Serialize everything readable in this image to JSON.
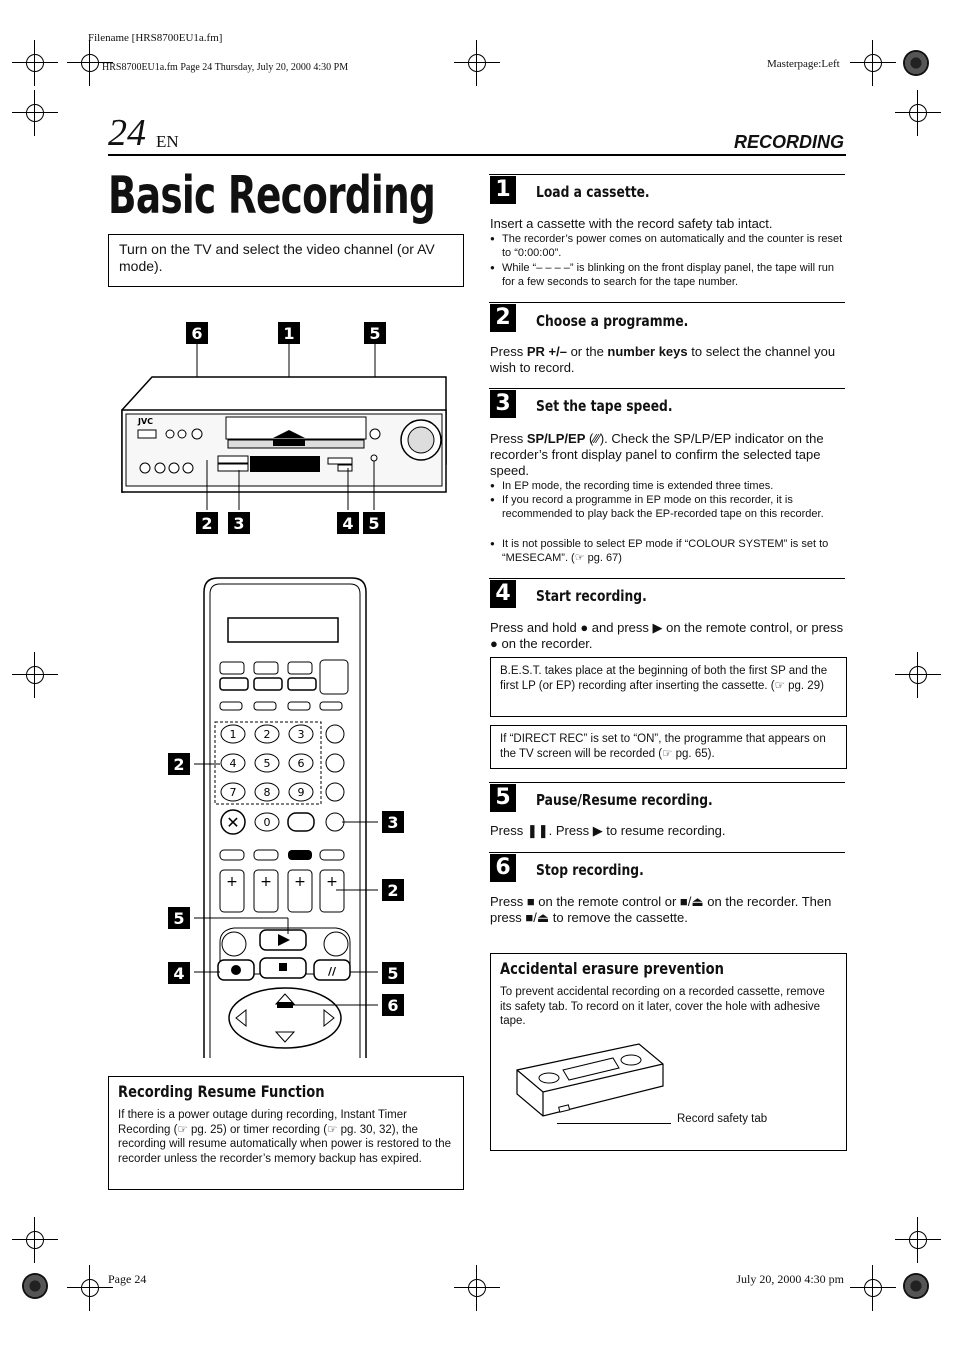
{
  "header": {
    "filename": "Filename [HRS8700EU1a.fm]",
    "page_info": "HRS8700EU1a.fm  Page 24  Thursday, July 20, 2000  4:30 PM",
    "masterpage": "Masterpage:Left",
    "page_number": "24",
    "page_lang": "EN",
    "section": "RECORDING"
  },
  "title": "Basic Recording",
  "intro_box": "Turn on the TV and select the video channel (or AV mode).",
  "steps": [
    {
      "num": "1",
      "title": "Load a cassette.",
      "body": "Insert a cassette with the record safety tab intact.",
      "bullets": [
        "The recorder’s power comes on automatically and the counter is reset to “0:00:00”.",
        "While “– – – –” is blinking on the front display panel, the tape will run for a few seconds to search for the tape number."
      ]
    },
    {
      "num": "2",
      "title": "Choose a programme.",
      "body_pre": "Press ",
      "body_b1": "PR +/–",
      "body_mid": " or the ",
      "body_b2": "number keys",
      "body_post": " to select the channel you wish to record."
    },
    {
      "num": "3",
      "title": "Set the tape speed.",
      "body_pre": "Press ",
      "body_b1": "SP/LP/EP",
      "body_post": " (⁄⁄⁄). Check the SP/LP/EP indicator on the recorder’s front display panel to confirm the selected tape speed.",
      "bullets": [
        "In EP mode, the recording time is extended three times.",
        "If you record a programme in EP mode on this recorder, it is recommended to play back the EP-recorded tape on this recorder.",
        "It is not possible to select EP mode if “COLOUR SYSTEM” is set to “MESECAM”. (☞ pg. 67)"
      ]
    },
    {
      "num": "4",
      "title": "Start recording.",
      "body": "Press and hold ● and press ▶ on the remote control, or press ● on the recorder.",
      "note1": "B.E.S.T. takes place at the beginning of both the first SP and the first LP (or EP) recording after inserting the cassette. (☞ pg. 29)",
      "note2": "If “DIRECT REC” is set to “ON”, the programme that appears on the TV screen will be recorded (☞ pg. 65)."
    },
    {
      "num": "5",
      "title": "Pause/Resume recording.",
      "body": "Press ❚❚. Press ▶ to resume recording."
    },
    {
      "num": "6",
      "title": "Stop recording.",
      "body": "Press ■ on the remote control or ■/⏏ on the recorder. Then press ■/⏏ to remove the cassette."
    }
  ],
  "erasure": {
    "title": "Accidental erasure prevention",
    "body": "To prevent accidental recording on a recorded cassette, remove its safety tab. To record on it later, cover the hole with adhesive tape.",
    "tab_label": "Record safety tab"
  },
  "resume": {
    "title": "Recording Resume Function",
    "body": "If there is a power outage during recording, Instant Timer Recording (☞ pg. 25) or timer recording (☞ pg. 30, 32), the recording will resume automatically when power is restored to the recorder unless the recorder’s memory backup has expired."
  },
  "callouts_vcr": {
    "top": [
      "6",
      "1",
      "5"
    ],
    "bottom": [
      "2",
      "3",
      "4",
      "5"
    ]
  },
  "callouts_remote": {
    "left": [
      "2",
      "5",
      "4"
    ],
    "right": [
      "3",
      "2",
      "5",
      "6"
    ]
  },
  "remote_keys": [
    "1",
    "2",
    "3",
    "4",
    "5",
    "6",
    "7",
    "8",
    "9",
    "0"
  ],
  "vcr_brand": "JVC",
  "footer": {
    "page": "Page 24",
    "date": "July 20, 2000 4:30 pm"
  }
}
